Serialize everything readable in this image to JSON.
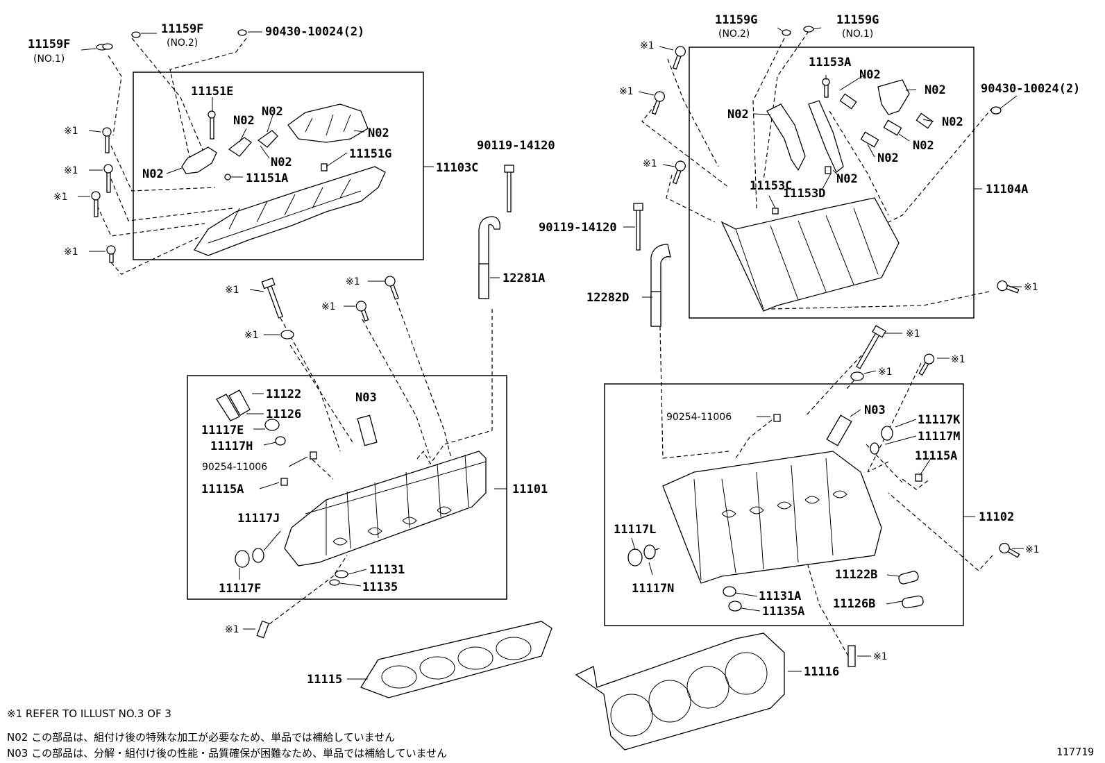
{
  "labels": {
    "p11159F": "11159F",
    "p11159F_no1": "(NO.1)",
    "p11159F2": "11159F",
    "p11159F_no2": "(NO.2)",
    "p90430_left": "90430-10024(2)",
    "p11151E": "11151E",
    "n02_a": "N02",
    "n02_b": "N02",
    "n02_c": "N02",
    "n02_d": "N02",
    "n02_e": "N02",
    "p11151G": "11151G",
    "p11151A": "11151A",
    "p11103C": "11103C",
    "x1_1": "※1",
    "x1_2": "※1",
    "x1_3": "※1",
    "x1_4": "※1",
    "p90119_left": "90119-14120",
    "p12281A": "12281A",
    "x1_5": "※1",
    "x1_6": "※1",
    "x1_7": "※1",
    "x1_8": "※1",
    "p11122": "11122",
    "p11126": "11126",
    "n03_left": "N03",
    "p11117E": "11117E",
    "p11117H": "11117H",
    "p90254_left": "90254-11006",
    "p11115A_left": "11115A",
    "p11101": "11101",
    "p11117J": "11117J",
    "p11117F": "11117F",
    "p11131": "11131",
    "p11135": "11135",
    "x1_9": "※1",
    "p11115": "11115",
    "p11159G2": "11159G",
    "p11159G_no2": "(NO.2)",
    "p11159G1": "11159G",
    "p11159G_no1": "(NO.1)",
    "x1_10": "※1",
    "p11153A": "11153A",
    "n02_f": "N02",
    "n02_g": "N02",
    "x1_11": "※1",
    "n02_h": "N02",
    "n02_i": "N02",
    "n02_j": "N02",
    "n02_k": "N02",
    "n02_l": "N02",
    "p90430_right": "90430-10024(2)",
    "x1_12": "※1",
    "p11153C": "11153C",
    "p11153D": "11153D",
    "p11104A": "11104A",
    "p90119_right": "90119-14120",
    "p12282D": "12282D",
    "x1_13": "※1",
    "x1_14": "※1",
    "x1_15": "※1",
    "x1_16": "※1",
    "p90254_right": "90254-11006",
    "n03_right": "N03",
    "p11117K": "11117K",
    "p11117M": "11117M",
    "p11115A_right": "11115A",
    "p11102": "11102",
    "x1_17": "※1",
    "p11117L": "11117L",
    "p11117N": "11117N",
    "p11122B": "11122B",
    "p11131A": "11131A",
    "p11126B": "11126B",
    "p11135A": "11135A",
    "x1_18": "※1",
    "p11116": "11116"
  },
  "notes": {
    "refer": "※1 REFER TO ILLUST NO.3 OF 3",
    "n02": "N02 この部品は、組付け後の特殊な加工が必要なため、単品では補給していません",
    "n03": "N03 この部品は、分解・組付け後の性能・品質確保が困難なため、単品では補給していません"
  },
  "illust_no": "117719"
}
